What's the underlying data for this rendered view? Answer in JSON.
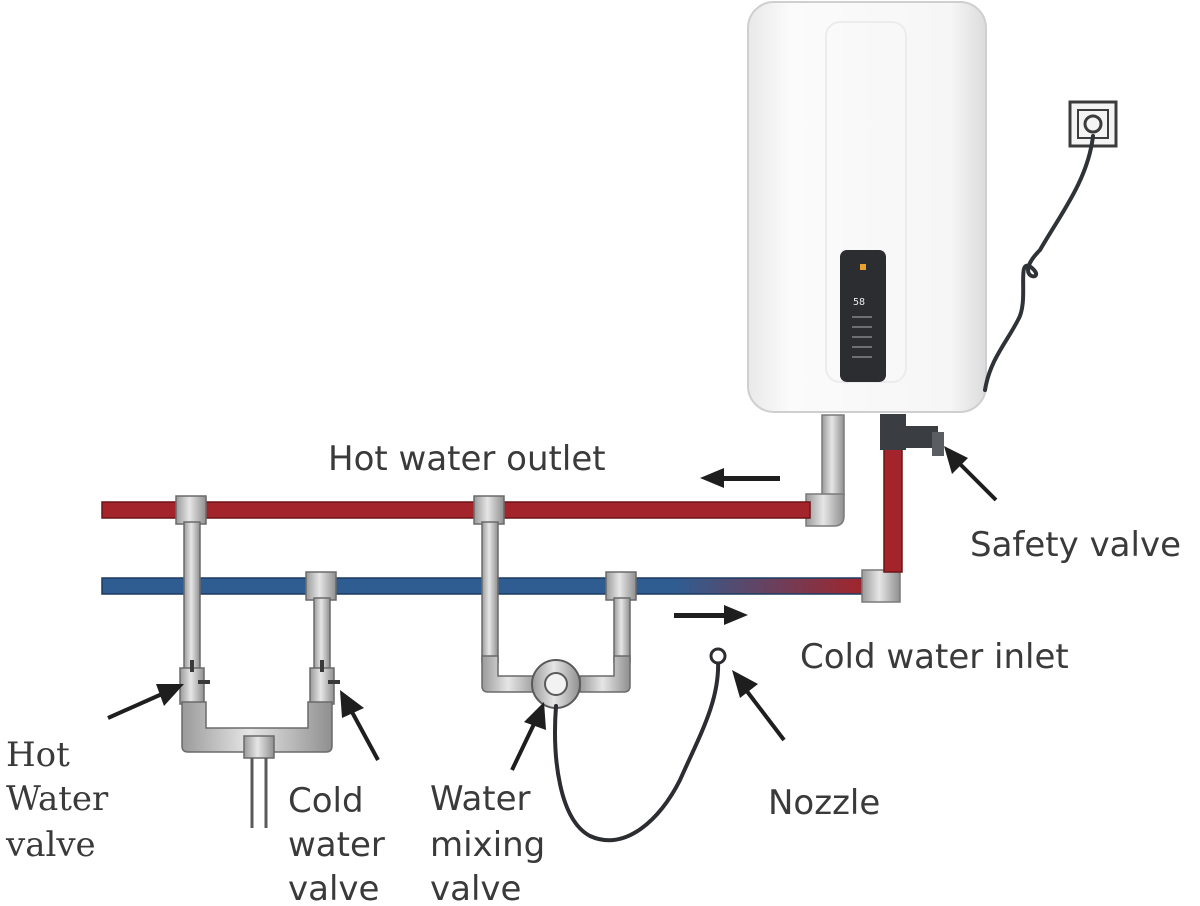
{
  "labels": {
    "hot_water_outlet": "Hot water outlet",
    "safety_valve": "Safety valve",
    "cold_water_inlet": "Cold water inlet",
    "nozzle": "Nozzle",
    "hot_water_valve": [
      "Hot",
      "Water",
      "valve"
    ],
    "cold_water_valve": [
      "Cold",
      "water",
      "valve"
    ],
    "water_mixing_valve": [
      "Water",
      "mixing",
      "valve"
    ]
  },
  "heater": {
    "display_value": "58"
  },
  "colors": {
    "hot_pipe": "#a3242a",
    "cold_pipe": "#2f5d92",
    "fitting": "#c9c9c9",
    "arrow": "#1e1e1e",
    "label_text": "#3a3a3a"
  },
  "icons": [
    "water-heater-icon",
    "wall-socket-icon",
    "power-cord-icon",
    "shower-hose-icon",
    "flow-arrow-icon",
    "pointer-arrow-icon"
  ]
}
